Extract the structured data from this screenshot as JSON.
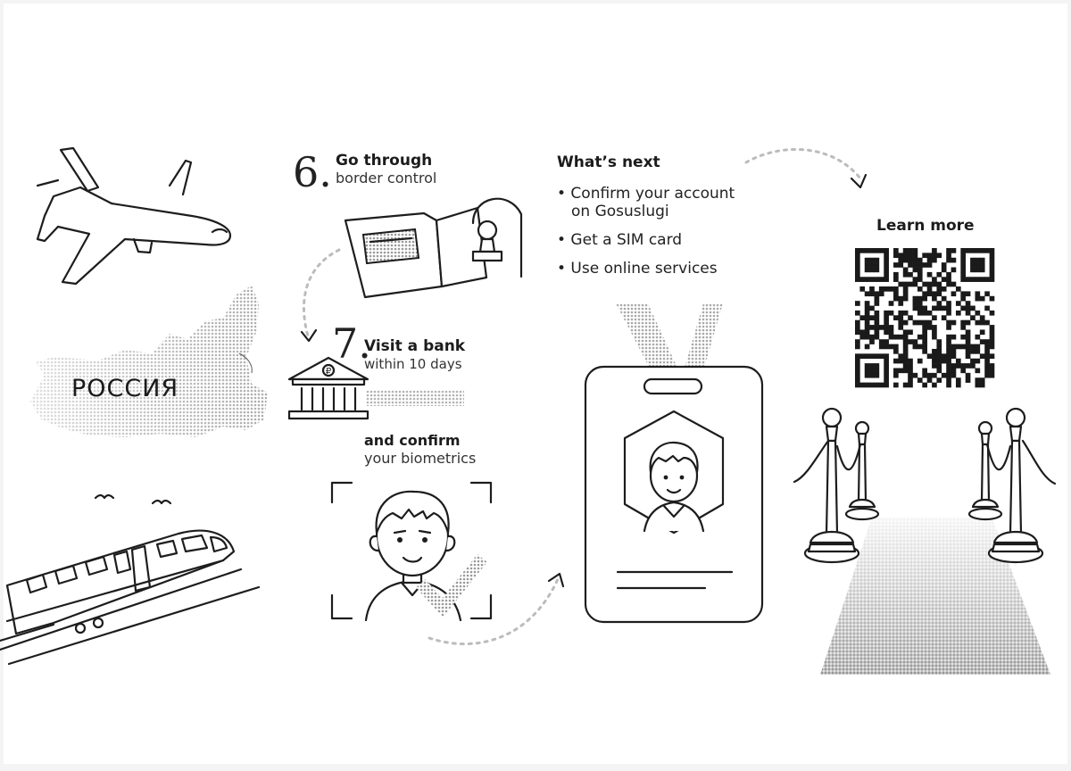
{
  "steps": {
    "six": {
      "number": "6.",
      "title": "Go through",
      "subtitle": "border control"
    },
    "seven": {
      "number": "7.",
      "title": "Visit a bank",
      "subtitle": "within 10 days"
    },
    "biometrics": {
      "title": "and confirm",
      "subtitle": "your biometrics"
    }
  },
  "map_label": "РОССИЯ",
  "bank_icon_symbol": "₽",
  "whats_next": {
    "heading": "What’s next",
    "items": [
      {
        "line1": "• Confirm your account",
        "line2": "on Gosuslugi"
      },
      {
        "line1": "• Get a SIM card"
      },
      {
        "line1": "• Use online services"
      }
    ]
  },
  "learn_more": {
    "heading": "Learn more"
  },
  "icons": [
    "airplane-icon",
    "train-icon",
    "birds-icon",
    "russia-map-icon",
    "passport-icon",
    "stamp-icon",
    "bank-icon",
    "face-scan-icon",
    "id-badge-icon",
    "qr-code-icon",
    "stanchions-icon",
    "carpet-icon"
  ],
  "colors": {
    "ink": "#1d1d1d",
    "paper": "#ffffff",
    "halftone": "#b5b5b5"
  }
}
